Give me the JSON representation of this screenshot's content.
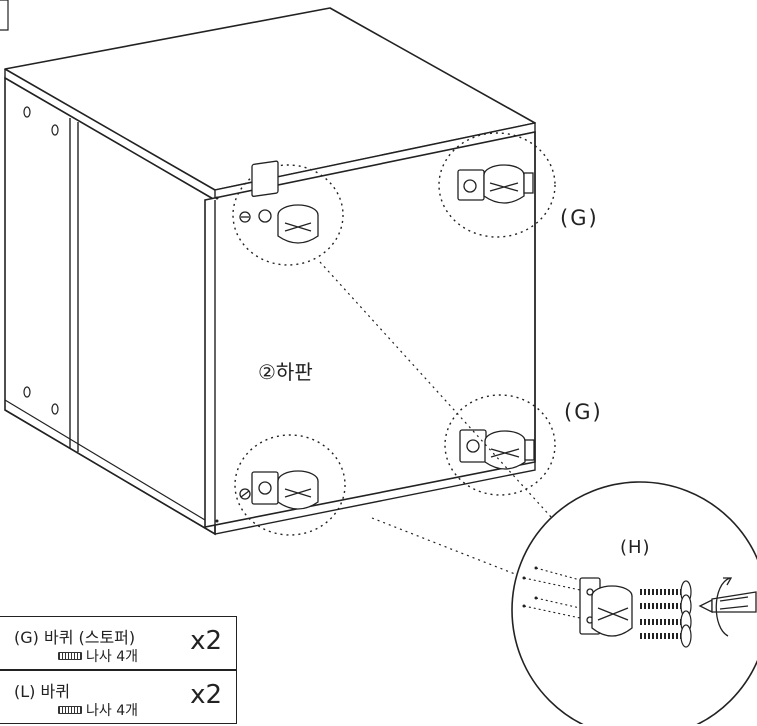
{
  "callouts": {
    "g_top": "(G)",
    "g_bottom": "(G)",
    "h_detail": "(H)"
  },
  "panel": {
    "label": "②하판"
  },
  "parts_list": [
    {
      "name": "(G) 바퀴 (스토퍼)",
      "screw": "나사 4개",
      "qty": "x2"
    },
    {
      "name": "(L) 바퀴",
      "screw": "나사 4개",
      "qty": "x2"
    }
  ]
}
